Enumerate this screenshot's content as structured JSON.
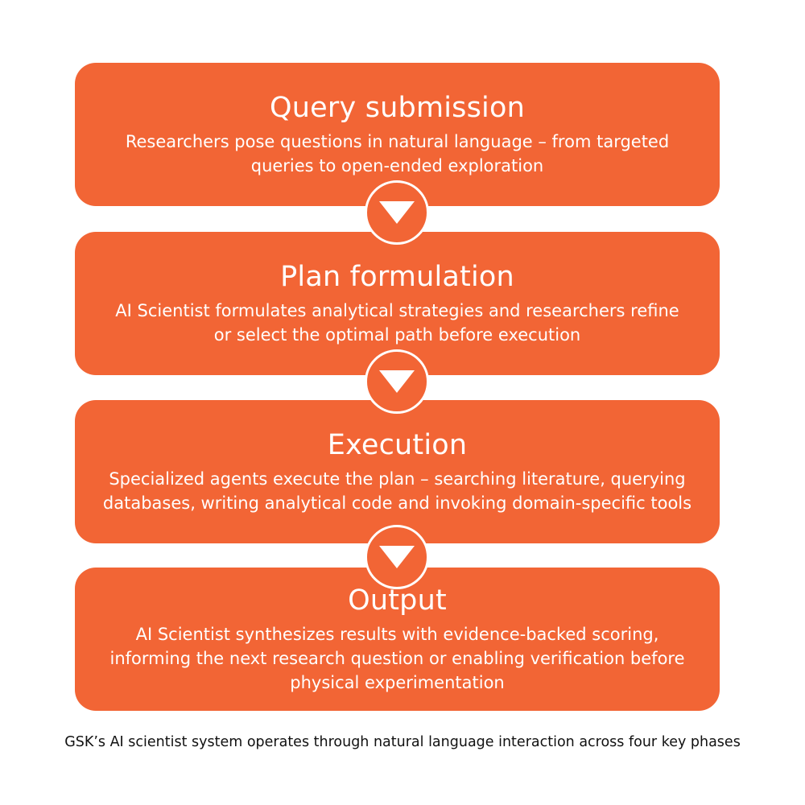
{
  "colors": {
    "phase_fill": "#F26535",
    "connector_fill": "#F26535",
    "arrow_fill": "#FFFFFF",
    "text_on_phase": "#FFFFFF",
    "caption_text": "#111111",
    "background": "#FFFFFF"
  },
  "phases": [
    {
      "title": "Query submission",
      "description_lines": [
        "Researchers pose questions in natural language – from targeted",
        "queries to open-ended exploration"
      ]
    },
    {
      "title": "Plan formulation",
      "description_lines": [
        "AI Scientist formulates analytical strategies and researchers refine",
        "or select the optimal path before execution"
      ]
    },
    {
      "title": "Execution",
      "description_lines": [
        "Specialized agents execute the plan – searching literature, querying",
        "databases, writing analytical code and invoking domain-specific tools"
      ]
    },
    {
      "title": "Output",
      "description_lines": [
        "AI Scientist synthesizes results with evidence-backed scoring,",
        "informing the next research question or enabling verification before",
        "physical experimentation"
      ]
    }
  ],
  "connectors": [
    {
      "icon": "down-triangle-icon"
    },
    {
      "icon": "down-triangle-icon"
    },
    {
      "icon": "down-triangle-icon"
    }
  ],
  "caption": "GSK’s AI scientist system operates through natural language interaction across four key phases"
}
